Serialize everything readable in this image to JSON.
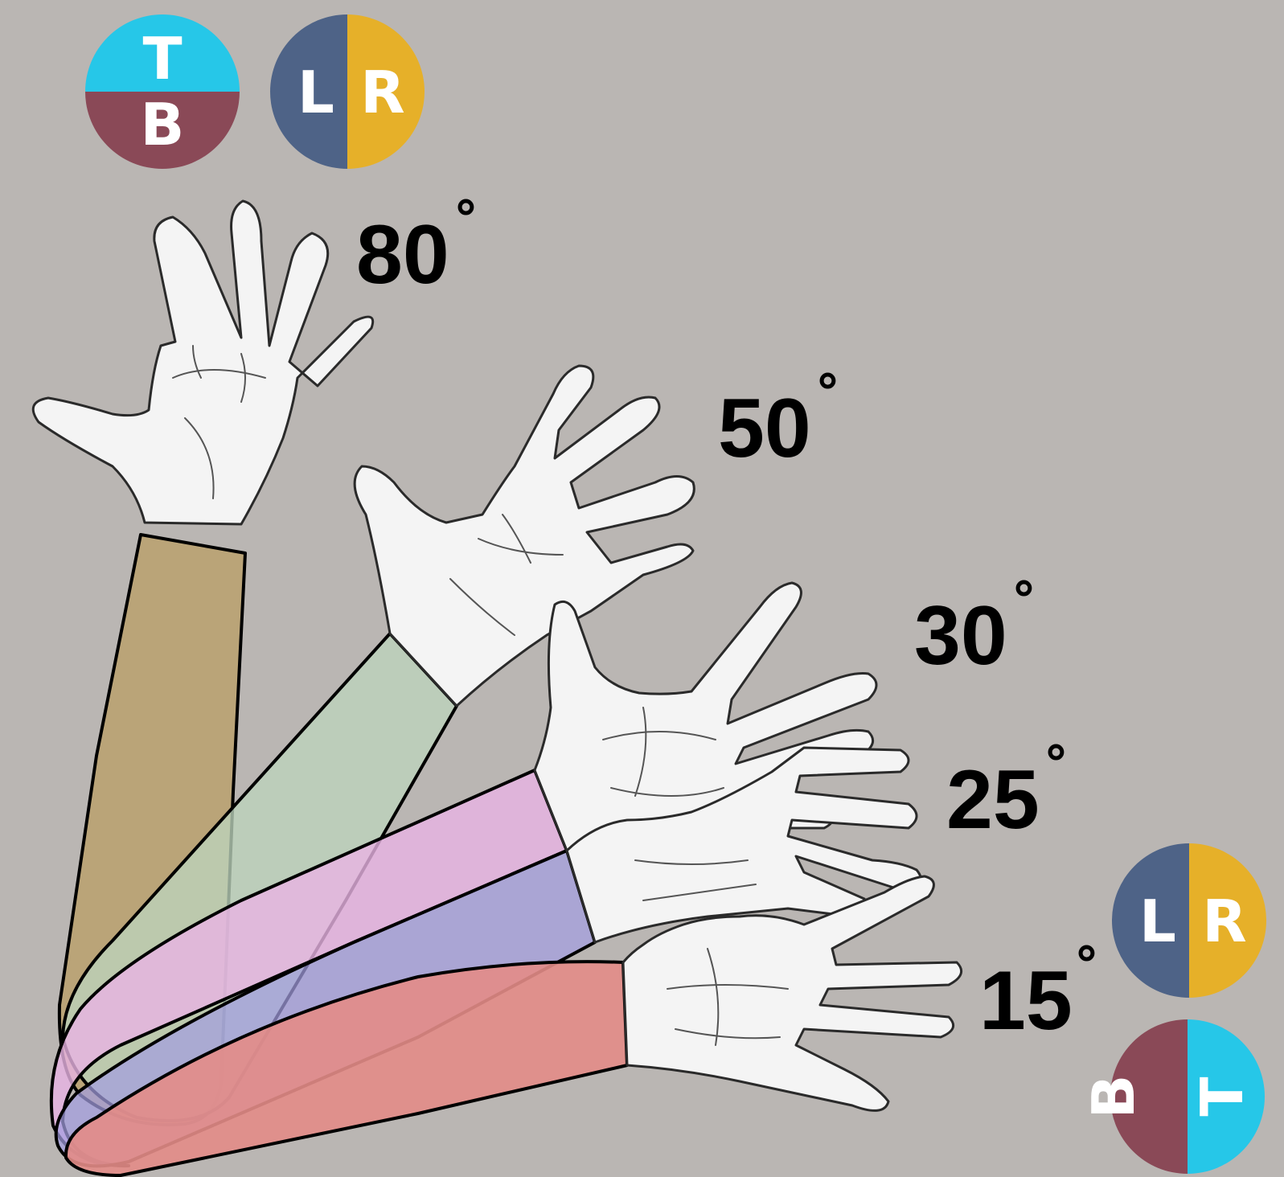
{
  "badges": {
    "top_left_tb": {
      "top": "T",
      "bottom": "B",
      "top_color": "#26c7e8",
      "bottom_color": "#8a4957"
    },
    "top_lr": {
      "left": "L",
      "right": "R",
      "left_color": "#4e6387",
      "right_color": "#e6b029"
    },
    "bottom_lr": {
      "left": "L",
      "right": "R",
      "left_color": "#4e6387",
      "right_color": "#e6b029"
    },
    "bottom_bt": {
      "left": "B",
      "right": "T",
      "left_color": "#8a4957",
      "right_color": "#26c7e8"
    }
  },
  "arms": [
    {
      "label": "80",
      "degree_symbol": "˚",
      "angle_deg": 80,
      "color": "#b9a06b"
    },
    {
      "label": "50",
      "degree_symbol": "˚",
      "angle_deg": 50,
      "color": "#bcd3bd"
    },
    {
      "label": "30",
      "degree_symbol": "˚",
      "angle_deg": 30,
      "color": "#e8b4e4"
    },
    {
      "label": "25",
      "degree_symbol": "˚",
      "angle_deg": 25,
      "color": "#a49ee0"
    },
    {
      "label": "15",
      "degree_symbol": "˚",
      "angle_deg": 15,
      "color": "#e38c87"
    }
  ]
}
